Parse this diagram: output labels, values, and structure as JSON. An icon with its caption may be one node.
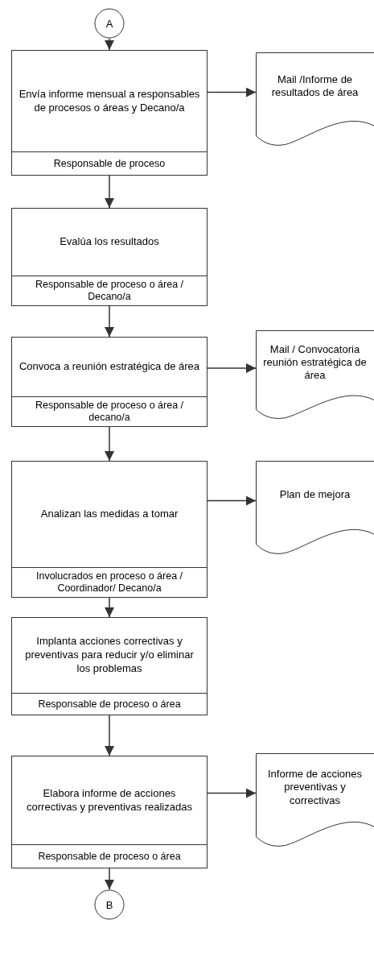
{
  "diagram": {
    "nodes": [
      {
        "text": [
          "A"
        ]
      },
      {
        "text": [
          "Envía informe mensual a responsables de procesos o áreas y Decano/a",
          "Responsable de proceso"
        ]
      },
      {
        "text": [
          "Mail /Informe de resultados de área"
        ]
      },
      {
        "text": [
          "Evalúa los resultados",
          "Responsable de proceso  o área / Decano/a"
        ]
      },
      {
        "text": [
          "Convoca  a reunión estratégica de área",
          "Responsable de proceso o área / decano/a"
        ]
      },
      {
        "text": [
          "Mail / Convocatoria reunión estratégica de área"
        ]
      },
      {
        "text": [
          "Analizan las medidas a tomar",
          "Involucrados en proceso o área / Coordinador/ Decano/a"
        ]
      },
      {
        "text": [
          "Plan de mejora"
        ]
      },
      {
        "text": [
          "Implanta acciones correctivas y preventivas para reducir y/o eliminar los problemas",
          "Responsable de proceso o área"
        ]
      },
      {
        "text": [
          "Elabora informe de acciones correctivas y preventivas realizadas",
          "Responsable de proceso o área"
        ]
      },
      {
        "text": [
          "Informe de acciones preventivas y correctivas"
        ]
      },
      {
        "text": [
          "B"
        ]
      }
    ],
    "edges": [
      {
        "from": 0,
        "to": 1,
        "arrow": "to"
      },
      {
        "from": 1,
        "to": 2,
        "arrow": "to"
      },
      {
        "from": 1,
        "to": 3,
        "arrow": "to"
      },
      {
        "from": 3,
        "to": 4,
        "arrow": "to"
      },
      {
        "from": 4,
        "to": 5,
        "arrow": "to"
      },
      {
        "from": 4,
        "to": 6,
        "arrow": "to"
      },
      {
        "from": 6,
        "to": 7,
        "arrow": "to"
      },
      {
        "from": 6,
        "to": 8,
        "arrow": "to"
      },
      {
        "from": 8,
        "to": 9,
        "arrow": "to"
      },
      {
        "from": 9,
        "to": 10,
        "arrow": "to"
      },
      {
        "from": 9,
        "to": 11,
        "arrow": "to"
      }
    ]
  }
}
